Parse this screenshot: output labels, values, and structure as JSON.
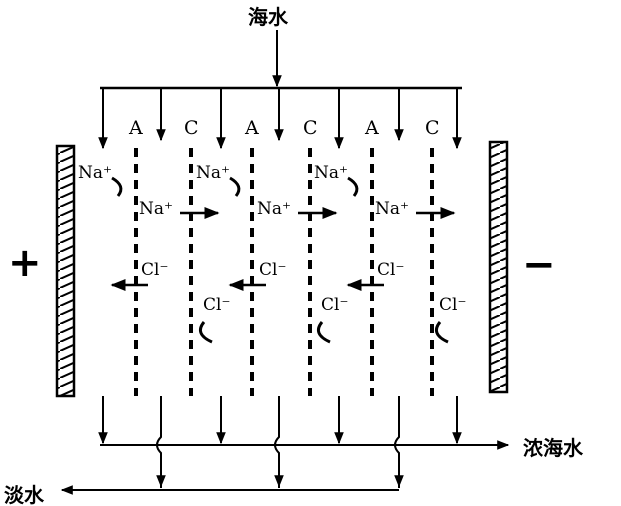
{
  "labels": {
    "seawater_in": "海水",
    "concentrate_out": "浓海水",
    "freshwater_out": "淡水",
    "anode_sign": "+",
    "cathode_sign": "−"
  },
  "membranes": [
    "A",
    "C",
    "A",
    "C",
    "A",
    "C"
  ],
  "ions": {
    "sodium": "Na⁺",
    "chloride": "Cl⁻"
  },
  "colors": {
    "ink": "#000000",
    "background": "#ffffff"
  }
}
